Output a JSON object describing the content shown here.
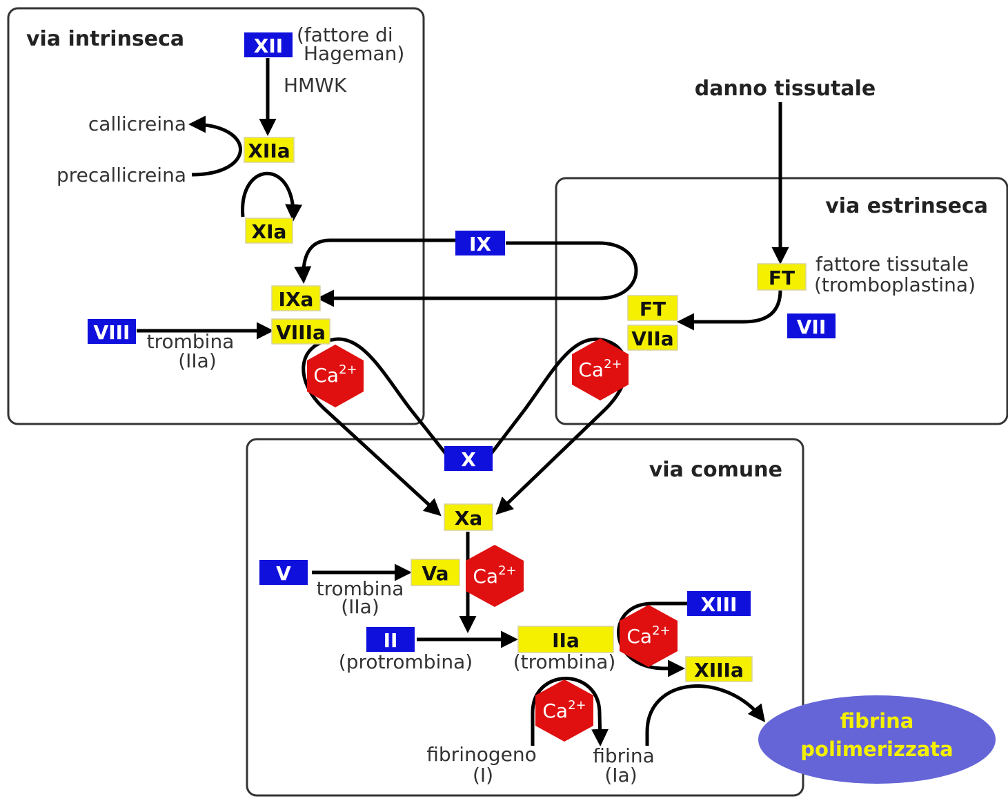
{
  "panels": {
    "intrinsic": "via intrinseca",
    "extrinsic": "via estrinseca",
    "common": "via comune"
  },
  "heading_damage": "danno tissutale",
  "factors": {
    "XII": "XII",
    "XIIa": "XIIa",
    "XIa": "XIa",
    "IX": "IX",
    "IXa": "IXa",
    "VIII": "VIII",
    "VIIIa": "VIIIa",
    "FT_top": "FT",
    "FT_complex": "FT",
    "VII": "VII",
    "VIIa": "VIIa",
    "X": "X",
    "Xa": "Xa",
    "V": "V",
    "Va": "Va",
    "II": "II",
    "IIa": "IIa",
    "XIII": "XIII",
    "XIIIa": "XIIIa"
  },
  "labels": {
    "hageman_1": "(fattore di",
    "hageman_2": "Hageman)",
    "hmwk": "HMWK",
    "callicreina": "callicreina",
    "precallicreina": "precallicreina",
    "trombina_viii_1": "trombina",
    "trombina_viii_2": "(IIa)",
    "ft_desc_1": "fattore tissutale",
    "ft_desc_2": "(tromboplastina)",
    "trombina_v_1": "trombina",
    "trombina_v_2": "(IIa)",
    "protrombina": "(protrombina)",
    "trombina_iia": "(trombina)",
    "fibrinogeno_1": "fibrinogeno",
    "fibrinogeno_2": "(I)",
    "fibrina_1": "fibrina",
    "fibrina_2": "(Ia)"
  },
  "calcium": {
    "base": "Ca",
    "charge": "2+"
  },
  "result": {
    "line1": "fibrina",
    "line2": "polimerizzata"
  },
  "colors": {
    "inactive_factor": "#1010dd",
    "active_factor": "#f4f000",
    "calcium": "#e01010",
    "result": "#6565d8",
    "result_text": "#f4f000"
  }
}
